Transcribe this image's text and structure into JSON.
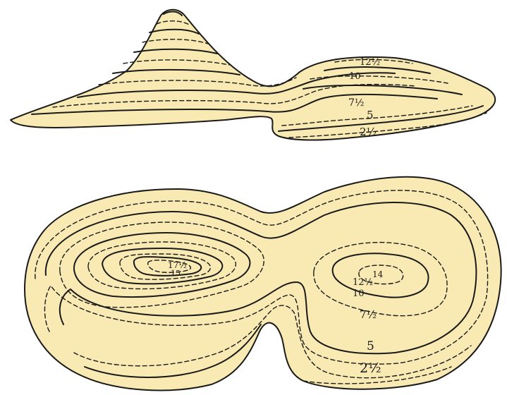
{
  "diagrams": {
    "perspective_view": {
      "labels": {
        "l1": "12½",
        "l2": "10",
        "l3": "7½",
        "l4": "5",
        "l5": "2½"
      }
    },
    "plan_view": {
      "labels": {
        "peak_left": "17½",
        "peak_left_b": "15",
        "peak_right": "14",
        "l1": "12½",
        "l2": "10",
        "l3": "7½",
        "l4": "5",
        "l5": "2½"
      }
    }
  },
  "colors": {
    "land": "#f8eab2",
    "line": "#1a1a1a",
    "background": "#ffffff"
  }
}
